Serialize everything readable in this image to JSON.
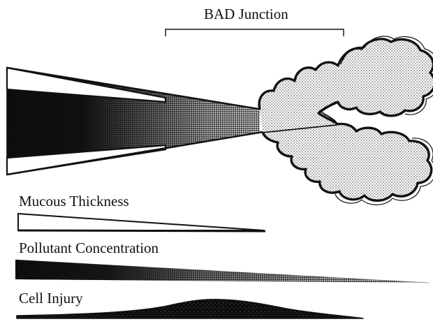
{
  "diagram": {
    "junction_label": "BAD Junction",
    "profiles": {
      "mucous": {
        "label": "Mucous Thickness"
      },
      "pollutant": {
        "label": "Pollutant Concentration"
      },
      "injury": {
        "label": "Cell Injury"
      }
    }
  },
  "colors": {
    "ink": "#111111",
    "paper": "#ffffff",
    "stipple_light": "#c9c9c9",
    "stipple_mid": "#8a8a8a"
  }
}
